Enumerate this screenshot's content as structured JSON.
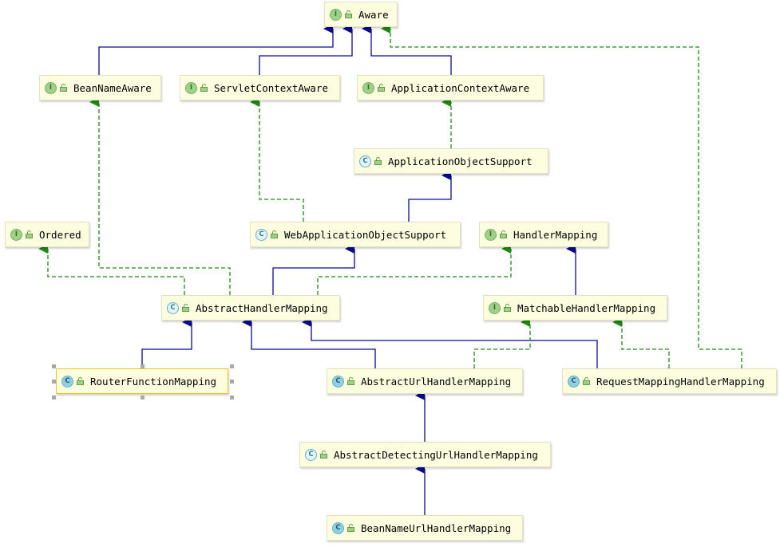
{
  "colors": {
    "implements_edge": "#1f8a12",
    "extends_edge": "#0a0a8c",
    "node_fill": "#fdfde0",
    "selection_border": "#f5c518"
  },
  "nodes": {
    "aware": {
      "label": "Aware",
      "badge": "I",
      "kind": "interface"
    },
    "bean_name_aware": {
      "label": "BeanNameAware",
      "badge": "I",
      "kind": "interface"
    },
    "servlet_context_aware": {
      "label": "ServletContextAware",
      "badge": "I",
      "kind": "interface"
    },
    "application_context_aware": {
      "label": "ApplicationContextAware",
      "badge": "I",
      "kind": "interface"
    },
    "application_object_support": {
      "label": "ApplicationObjectSupport",
      "badge": "C",
      "kind": "abstract-class"
    },
    "ordered": {
      "label": "Ordered",
      "badge": "I",
      "kind": "interface"
    },
    "web_application_object_support": {
      "label": "WebApplicationObjectSupport",
      "badge": "C",
      "kind": "abstract-class"
    },
    "handler_mapping": {
      "label": "HandlerMapping",
      "badge": "I",
      "kind": "interface"
    },
    "abstract_handler_mapping": {
      "label": "AbstractHandlerMapping",
      "badge": "C",
      "kind": "abstract-class"
    },
    "matchable_handler_mapping": {
      "label": "MatchableHandlerMapping",
      "badge": "I",
      "kind": "interface"
    },
    "router_function_mapping": {
      "label": "RouterFunctionMapping",
      "badge": "C",
      "kind": "class"
    },
    "abstract_url_handler_mapping": {
      "label": "AbstractUrlHandlerMapping",
      "badge": "C",
      "kind": "class"
    },
    "request_mapping_handler_mapping": {
      "label": "RequestMappingHandlerMapping",
      "badge": "C",
      "kind": "class"
    },
    "abstract_detecting_url_handler_mapping": {
      "label": "AbstractDetectingUrlHandlerMapping",
      "badge": "C",
      "kind": "abstract-class"
    },
    "bean_name_url_handler_mapping": {
      "label": "BeanNameUrlHandlerMapping",
      "badge": "C",
      "kind": "class"
    }
  },
  "edges": [
    {
      "from": "bean_name_aware",
      "to": "aware",
      "type": "extends"
    },
    {
      "from": "servlet_context_aware",
      "to": "aware",
      "type": "extends"
    },
    {
      "from": "application_context_aware",
      "to": "aware",
      "type": "extends"
    },
    {
      "from": "request_mapping_handler_mapping",
      "to": "aware",
      "type": "implements"
    },
    {
      "from": "application_object_support",
      "to": "application_context_aware",
      "type": "implements"
    },
    {
      "from": "web_application_object_support",
      "to": "application_object_support",
      "type": "extends"
    },
    {
      "from": "web_application_object_support",
      "to": "servlet_context_aware",
      "type": "implements"
    },
    {
      "from": "abstract_handler_mapping",
      "to": "ordered",
      "type": "implements"
    },
    {
      "from": "abstract_handler_mapping",
      "to": "bean_name_aware",
      "type": "implements"
    },
    {
      "from": "abstract_handler_mapping",
      "to": "web_application_object_support",
      "type": "extends"
    },
    {
      "from": "abstract_handler_mapping",
      "to": "handler_mapping",
      "type": "implements"
    },
    {
      "from": "matchable_handler_mapping",
      "to": "handler_mapping",
      "type": "extends"
    },
    {
      "from": "router_function_mapping",
      "to": "abstract_handler_mapping",
      "type": "extends"
    },
    {
      "from": "abstract_url_handler_mapping",
      "to": "abstract_handler_mapping",
      "type": "extends"
    },
    {
      "from": "request_mapping_handler_mapping",
      "to": "abstract_handler_mapping",
      "type": "extends"
    },
    {
      "from": "abstract_url_handler_mapping",
      "to": "matchable_handler_mapping",
      "type": "implements"
    },
    {
      "from": "request_mapping_handler_mapping",
      "to": "matchable_handler_mapping",
      "type": "implements"
    },
    {
      "from": "abstract_detecting_url_handler_mapping",
      "to": "abstract_url_handler_mapping",
      "type": "extends"
    },
    {
      "from": "bean_name_url_handler_mapping",
      "to": "abstract_detecting_url_handler_mapping",
      "type": "extends"
    }
  ]
}
